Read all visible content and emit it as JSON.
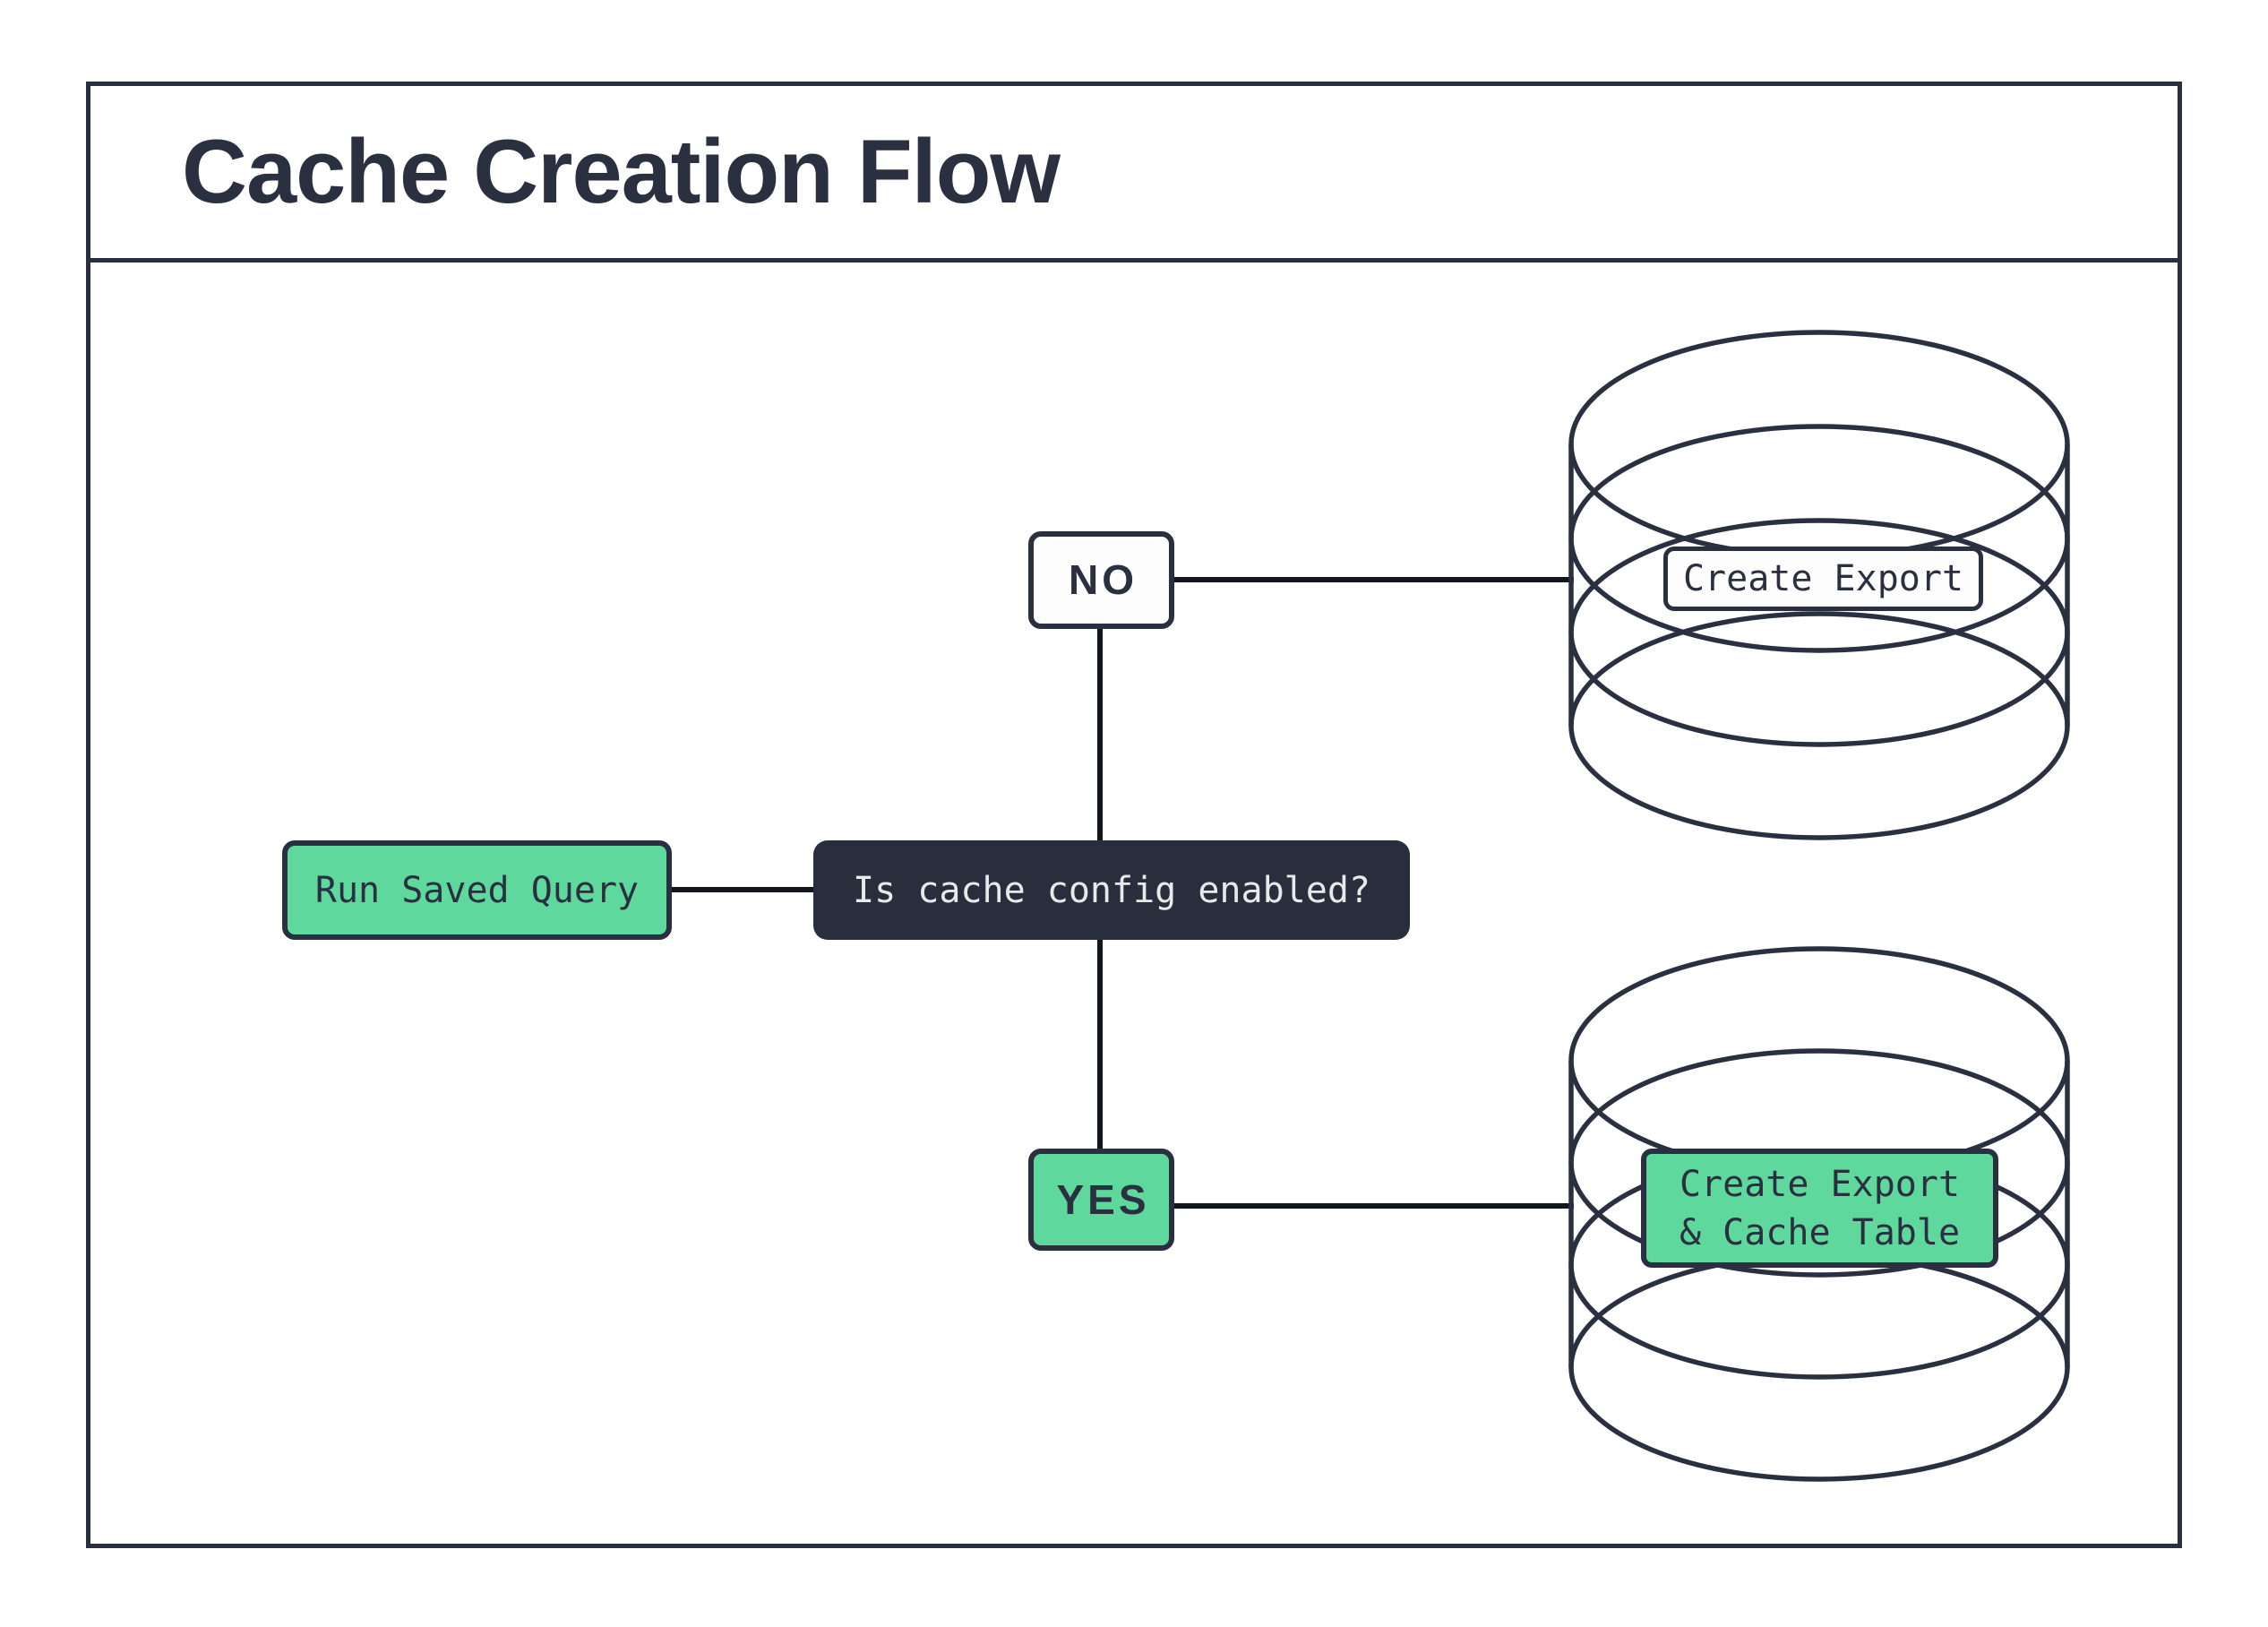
{
  "title": "Cache Creation Flow",
  "colors": {
    "navy": "#2A3040",
    "dark_fill": "#282E3C",
    "green": "#5ED89D",
    "light_text": "#E8E9EB",
    "line": "#13161D",
    "paper": "#FFFFFF",
    "box_white": "#FDFDFD"
  },
  "flowchart": {
    "start": {
      "label": "Run Saved Query"
    },
    "decision": {
      "label": "Is cache config enabled?"
    },
    "branch_no": {
      "label": "NO"
    },
    "branch_yes": {
      "label": "YES"
    },
    "no_outcome": {
      "label": "Create Export",
      "icon": "database-icon"
    },
    "yes_outcome": {
      "label_line1": "Create Export",
      "label_line2": "& Cache Table",
      "icon": "database-icon"
    }
  }
}
